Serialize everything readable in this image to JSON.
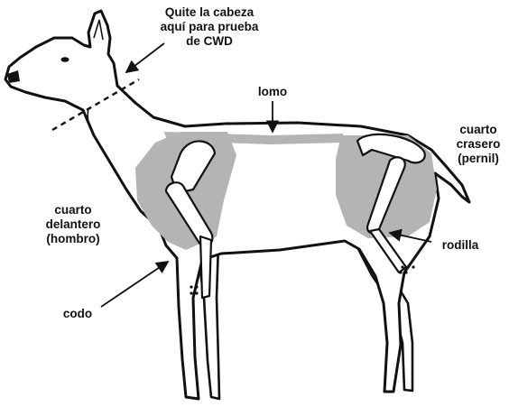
{
  "colors": {
    "outline": "#111111",
    "fill": "#ffffff",
    "cut_region": "#b4b4b4"
  },
  "labels": {
    "head": [
      "Quite la cabeza",
      "aquí para prueba",
      "de CWD"
    ],
    "loin": [
      "lomo"
    ],
    "hindquarter": [
      "cuarto",
      "crasero",
      "(pernil)"
    ],
    "forequarter": [
      "cuarto",
      "delantero",
      "(hombro)"
    ],
    "knee": [
      "rodilla"
    ],
    "elbow": [
      "codo"
    ]
  }
}
